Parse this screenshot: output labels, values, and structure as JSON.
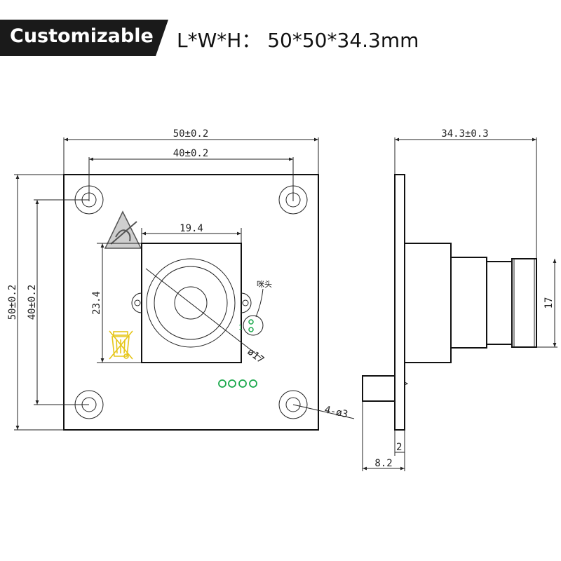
{
  "header": {
    "badge_label": "Customizable",
    "dimensions_label": "L*W*H： 50*50*34.3mm"
  },
  "front_view": {
    "width_overall": "50±0.2",
    "width_holes": "40±0.2",
    "height_overall": "50±0.2",
    "height_holes": "40±0.2",
    "lens_width": "19.4",
    "lens_height": "23.4",
    "lens_diameter": "ø17",
    "hole_callout": "4-ø3",
    "mic_label": "咪头",
    "mic_marker": "1"
  },
  "side_view": {
    "depth_overall": "34.3±0.3",
    "lens_barrel_height": "17",
    "pcb_thickness": "2",
    "connector_depth": "8.2"
  },
  "colors": {
    "badge_bg": "#1a1a1a",
    "line": "#222222",
    "led_green": "#1aa84b",
    "warning_yellow": "#e6c619"
  },
  "icons": [
    "esd-warning-icon",
    "weee-bin-icon"
  ]
}
